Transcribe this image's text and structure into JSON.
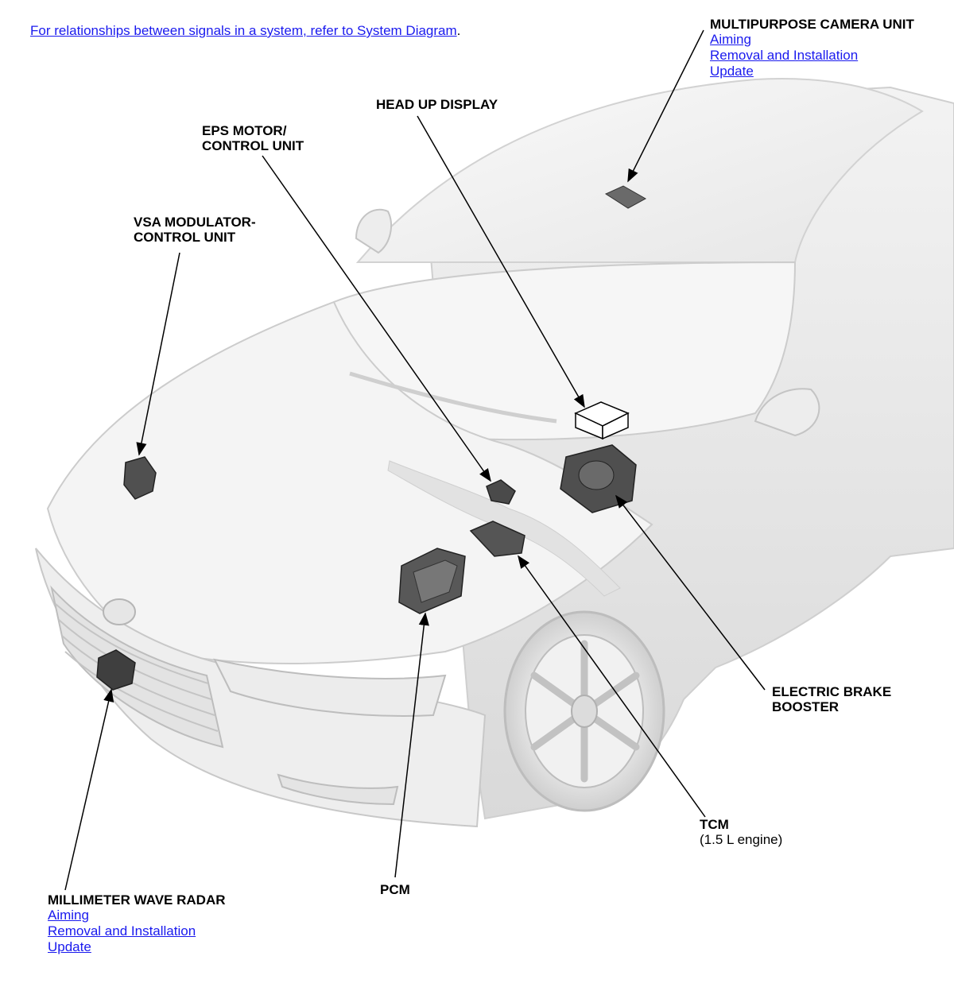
{
  "intro": {
    "link_text": "For relationships between signals in a system, refer to System Diagram",
    "suffix": "."
  },
  "components": {
    "camera": {
      "title": "MULTIPURPOSE CAMERA UNIT",
      "links": [
        "Aiming",
        "Removal and Installation",
        "Update"
      ]
    },
    "hud": {
      "title": "HEAD UP DISPLAY"
    },
    "eps": {
      "title_line1": "EPS MOTOR/",
      "title_line2": "CONTROL UNIT"
    },
    "vsa": {
      "title_line1": "VSA MODULATOR-",
      "title_line2": "CONTROL UNIT"
    },
    "brake": {
      "title_line1": "ELECTRIC BRAKE",
      "title_line2": "BOOSTER"
    },
    "tcm": {
      "title": "TCM",
      "note": "(1.5 L engine)"
    },
    "pcm": {
      "title": "PCM"
    },
    "radar": {
      "title": "MILLIMETER WAVE RADAR",
      "links": [
        "Aiming",
        "Removal and Installation",
        "Update"
      ]
    }
  },
  "colors": {
    "link": "#1a1aee",
    "car_body": "#f2f2f2",
    "car_outline": "#c8c8c8",
    "module_dark": "#4a4a4a"
  }
}
